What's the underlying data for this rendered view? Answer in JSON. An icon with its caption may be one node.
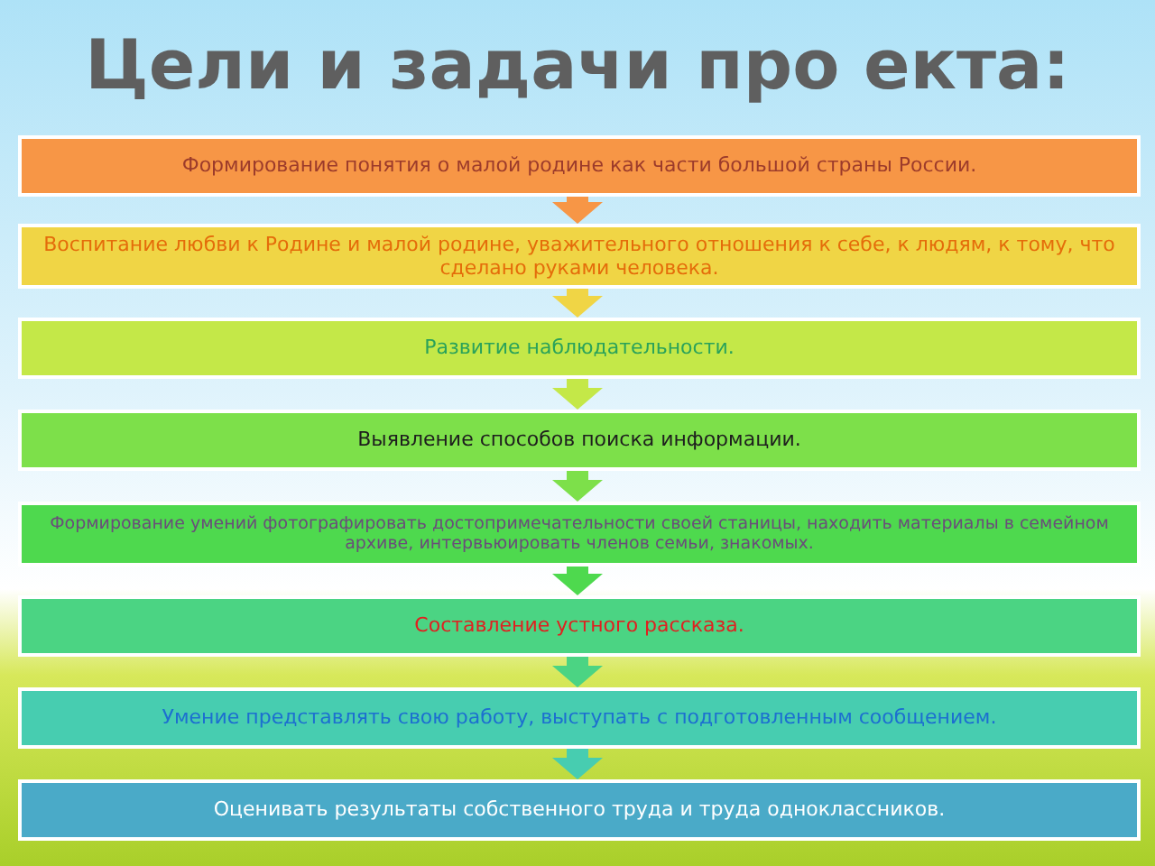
{
  "diagram": {
    "title": "Цели и задачи про екта:",
    "nodes": [
      {
        "text": [
          "Формирование понятия о малой родине как части большой страны России."
        ]
      },
      {
        "text": [
          "Воспитание любви к Родине и малой родине, уважительного отношения к себе, к людям, к тому, что сделано руками человека."
        ]
      },
      {
        "text": [
          "Развитие наблюдательности."
        ]
      },
      {
        "text": [
          "Выявление способов поиска информации."
        ]
      },
      {
        "text": [
          "Формирование умений фотографировать достопримечательности своей станицы, находить материалы в семейном архиве, интервьюировать членов семьи, знакомых."
        ]
      },
      {
        "text": [
          "Составление устного рассказа."
        ]
      },
      {
        "text": [
          "Умение представлять свою работу, выступать с подготовленным сообщением."
        ]
      },
      {
        "text": [
          "Оценивать результаты собственного труда и труда одноклассников."
        ]
      }
    ],
    "edges": [
      {
        "from": 0,
        "to": 1,
        "arrow": "to",
        "color": "#f79646"
      },
      {
        "from": 1,
        "to": 2,
        "arrow": "to",
        "color": "#f0d545"
      },
      {
        "from": 2,
        "to": 3,
        "arrow": "to",
        "color": "#c4e848"
      },
      {
        "from": 3,
        "to": 4,
        "arrow": "to",
        "color": "#7de04a"
      },
      {
        "from": 4,
        "to": 5,
        "arrow": "to",
        "color": "#4ed94e"
      },
      {
        "from": 5,
        "to": 6,
        "arrow": "to",
        "color": "#4bd483"
      },
      {
        "from": 6,
        "to": 7,
        "arrow": "to",
        "color": "#47cdb0"
      }
    ]
  }
}
